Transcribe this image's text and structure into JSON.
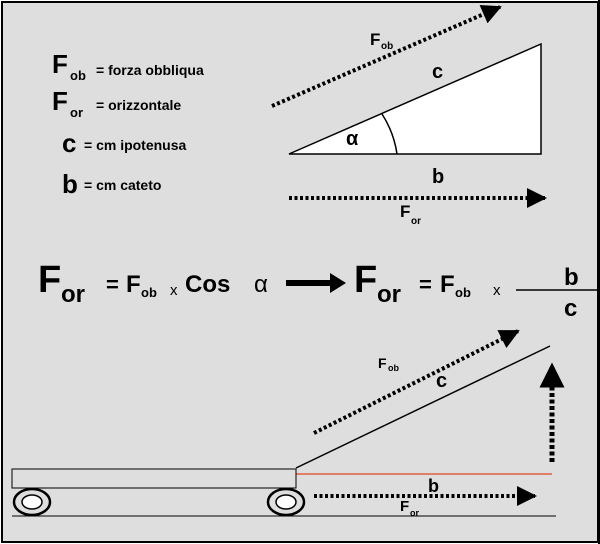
{
  "legend": {
    "fob_letter": "F",
    "fob_sub": "ob",
    "fob_desc": "= forza obbliqua",
    "for_letter": "F",
    "for_sub": "or",
    "for_desc": "= orizzontale",
    "c_letter": "c",
    "c_desc": "= cm ipotenusa",
    "b_letter": "b",
    "b_desc": "= cm cateto"
  },
  "top_diagram": {
    "fob_letter": "F",
    "fob_sub": "ob",
    "hyp_label": "c",
    "angle_label": "α",
    "base_label": "b",
    "for_letter": "F",
    "for_sub": "or"
  },
  "formula": {
    "lhs_F": "F",
    "lhs_sub": "or",
    "eq1": "=",
    "fob_F": "F",
    "fob_sub": "ob",
    "times1": "x",
    "cos_label": "Cos",
    "alpha": "α",
    "rhs_F": "F",
    "rhs_sub": "or",
    "eq2": "=",
    "fob2_F": "F",
    "fob2_sub": "ob",
    "times2": "x",
    "numerator": "b",
    "denominator": "c"
  },
  "bottom_diagram": {
    "fob_letter": "F",
    "fob_sub": "ob",
    "hyp_label": "c",
    "base_label": "b",
    "for_letter": "F",
    "for_sub": "or"
  },
  "colors": {
    "background": "#dedede",
    "border": "#000000",
    "red_line": "#e06040"
  }
}
